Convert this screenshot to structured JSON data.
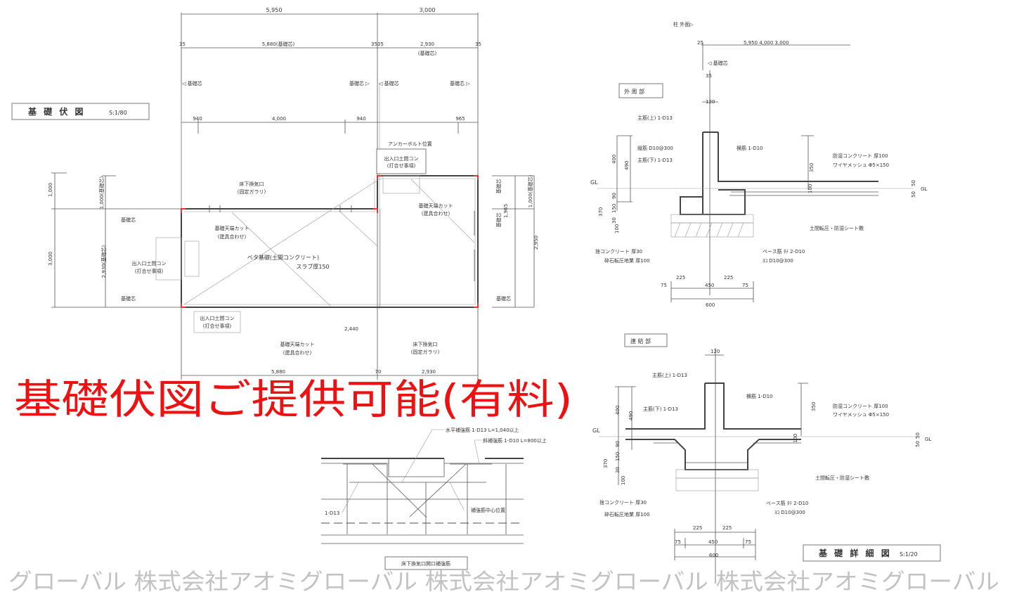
{
  "plan": {
    "title": "基 礎 伏 図",
    "scale": "S:1/80",
    "dims_top": [
      "5,950",
      "3,000"
    ],
    "dims_core": [
      "35",
      "5,880(基礎芯)",
      "3535",
      "2,930",
      "(基礎芯)",
      "35"
    ],
    "core_marks": [
      "◁ 基礎芯",
      "基礎芯 ▷",
      "◁ 基礎芯",
      "基礎芯 ▷"
    ],
    "dims_opening": [
      "940",
      "4,000",
      "940",
      "965"
    ],
    "anchor_bolt": "アンカーボルト位置",
    "entrance_top": [
      "出入口土間コン",
      "(打合せ事項)"
    ],
    "vent_top": [
      "床下換気口",
      "(固定ガラリ)"
    ],
    "cut_right": [
      "基礎天端カット",
      "(建具合わせ)"
    ],
    "cut_left": [
      "基礎天端カット",
      "(建具合わせ)"
    ],
    "slab": [
      "ベタ基礎(土間コンクリート)",
      "スラブ厚150"
    ],
    "entrance_left": [
      "出入口土間コン",
      "(打合せ事項)"
    ],
    "core_left": [
      "基礎芯",
      "基礎芯"
    ],
    "dims_left": [
      "1,000",
      "3,000",
      "1,000(基礎芯)",
      "2,930(基礎芯)"
    ],
    "dims_right": [
      "1,965",
      "1,000(基礎芯)",
      "2,950"
    ],
    "core_right": [
      "基礎芯",
      "基礎芯",
      "基礎芯"
    ],
    "entrance_bottom": [
      "出入口土間コン",
      "(打合せ事項)"
    ],
    "cut_bottom": [
      "基礎天端カット",
      "(建具合わせ)"
    ],
    "dim_2440": "2,440",
    "vent_bottom": [
      "床下換気口",
      "(固定ガラリ)"
    ],
    "dims_bottom": [
      "5,880",
      "70",
      "2,930"
    ]
  },
  "outer": {
    "title": "外 周 部",
    "col_face": "柱 外面▷",
    "d25": "25",
    "dims_run": "5,950  4,000  3,000",
    "core": "◁ 基礎芯",
    "d35": "35",
    "d120": "120",
    "main_top": "主筋(上) 1-D13",
    "vertical": "縦筋 D10@300",
    "main_bottom": "主筋(下) 1-D13",
    "horizontal": "横筋 1-D10",
    "moisture": [
      "防湿コンクリート 厚100",
      "ワイヤメッシュ Φ5×150"
    ],
    "gl": [
      "GL",
      "GL"
    ],
    "dims_v": [
      "400",
      "490",
      "90",
      "370",
      "150",
      "30",
      "100",
      "350",
      "100",
      "50",
      "50"
    ],
    "earth": "土間転圧・防湿シート敷",
    "leveling": "捨コンクリート 厚30",
    "gravel": "砕石転圧地業 厚100",
    "base_bar": [
      "ベース筋 ﾀﾃ 2-D10",
      "ﾖｺ D10@300"
    ],
    "dims_h": [
      "225",
      "225",
      "75",
      "450",
      "75",
      "600"
    ]
  },
  "joint": {
    "title": "連 結 部",
    "d120": "120",
    "main_top": "主筋(上) 1-D13",
    "horizontal": "横筋 1-D10",
    "main_bottom": "主筋(下) 1-D13",
    "moisture": [
      "防湿コンクリート 厚100",
      "ワイヤメッシュ Φ5×150"
    ],
    "gl": [
      "GL",
      "GL"
    ],
    "dims_v": [
      "400",
      "490",
      "350",
      "100",
      "50",
      "50",
      "90",
      "370",
      "150",
      "30",
      "100"
    ],
    "earth": "土間転圧・防湿シート敷",
    "leveling": "捨コンクリート 厚30",
    "gravel": "砕石転圧地業 厚100",
    "base_bar": [
      "ベース筋 ﾀﾃ 2-D10",
      "ﾖｺ D10@300"
    ],
    "dims_h": [
      "225",
      "225",
      "75",
      "450",
      "75",
      "600"
    ]
  },
  "detail_title": {
    "title": "基 礎 詳 細 図",
    "scale": "S:1/20"
  },
  "vent_detail": {
    "h_bar": "水平補強筋 1-D13 L=1,040以上",
    "d_bar": "斜補強筋 1-D10 L=800以上",
    "bar": "1-D13",
    "center": "補強筋中心位置",
    "title": "床下換気口開口補強筋"
  },
  "overlay": {
    "notice": "基礎伏図ご提供可能(有料)",
    "watermark": "グローバル 株式会社アオミグローバル 株式会社アオミグローバル 株式会社アオミグローバル",
    "notice_color": "#ee1111"
  }
}
